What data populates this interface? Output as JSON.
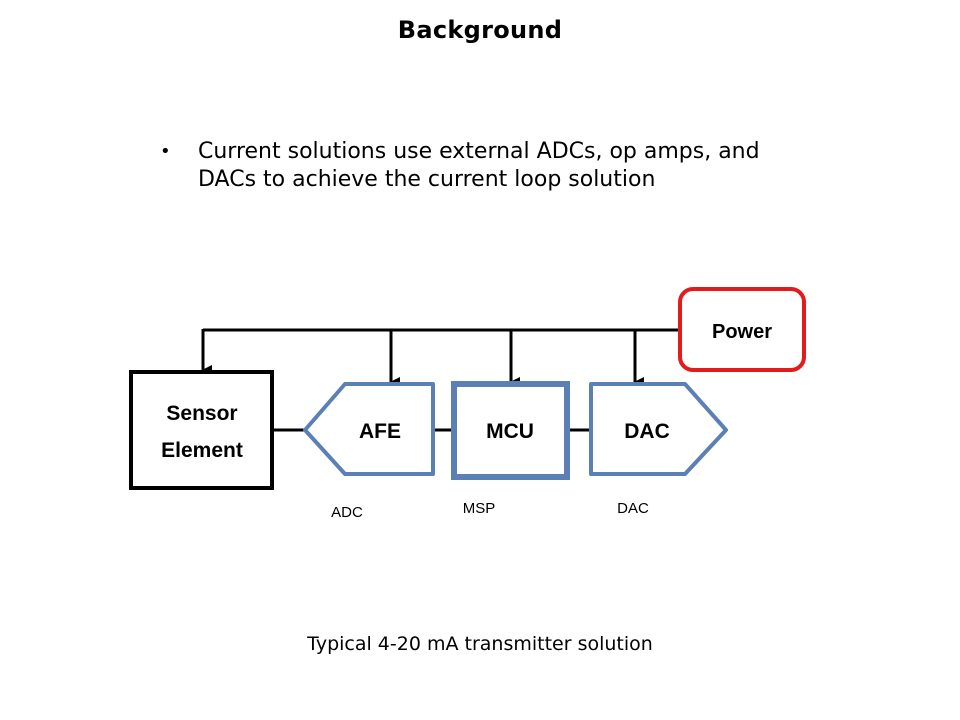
{
  "slide": {
    "title": "Background",
    "bullet": "Current solutions use external ADCs, op amps, and DACs to achieve the current loop solution",
    "bullet_marker": "•",
    "caption": "Typical 4-20 mA transmitter solution"
  },
  "diagram": {
    "blocks": {
      "sensor_line1": "Sensor",
      "sensor_line2": "Element",
      "afe": "AFE",
      "mcu": "MCU",
      "dac": "DAC",
      "power": "Power"
    },
    "sublabels": {
      "adc": "ADC",
      "msp": "MSP",
      "dac": "DAC"
    },
    "colors": {
      "blue": "#5B80B5",
      "red": "#E31B1B",
      "black": "#000000"
    }
  }
}
